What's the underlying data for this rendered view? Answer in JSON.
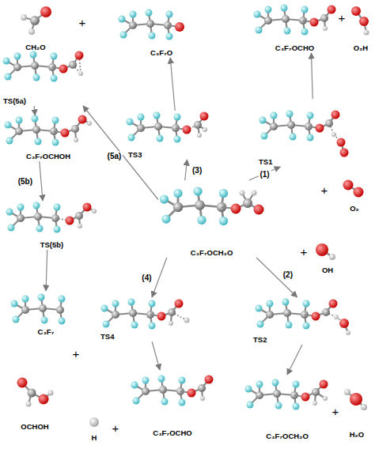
{
  "diagram": {
    "nodes": [
      {
        "text": [
          "CH₂O"
        ]
      },
      {
        "text": [
          "C₃F₇O"
        ]
      },
      {
        "text": [
          "C₃F₇OCHO"
        ]
      },
      {
        "text": [
          "O₂H"
        ]
      },
      {
        "text": [
          "TS(5a)"
        ]
      },
      {
        "text": [
          "C₃F₇OCHOH"
        ]
      },
      {
        "text": [
          "TS(5b)"
        ]
      },
      {
        "text": [
          "C₃F₇"
        ]
      },
      {
        "text": [
          "OCHOH"
        ]
      },
      {
        "text": [
          "TS3"
        ]
      },
      {
        "text": [
          "TS1"
        ]
      },
      {
        "text": [
          "O₂"
        ]
      },
      {
        "text": [
          "C₃F₇OCH₂O"
        ]
      },
      {
        "text": [
          "OH"
        ]
      },
      {
        "text": [
          "TS4"
        ]
      },
      {
        "text": [
          "TS2"
        ]
      },
      {
        "text": [
          "H"
        ]
      },
      {
        "text": [
          "C₃F₇OCHO"
        ]
      },
      {
        "text": [
          "C₃F₇OCH₂O"
        ]
      },
      {
        "text": [
          "H₂O"
        ]
      }
    ],
    "edges": [
      {
        "from": 12,
        "to": 9,
        "label": "(3)",
        "arrow": "to"
      },
      {
        "from": 9,
        "to": 1,
        "arrow": "to"
      },
      {
        "from": 12,
        "to": 10,
        "label": "(1)",
        "arrow": "to"
      },
      {
        "from": 10,
        "to": 2,
        "arrow": "to"
      },
      {
        "from": 12,
        "to": 4,
        "label": "(5a)",
        "arrow": "to"
      },
      {
        "from": 4,
        "to": 5,
        "arrow": "to"
      },
      {
        "from": 5,
        "to": 6,
        "label": "(5b)",
        "arrow": "to"
      },
      {
        "from": 6,
        "to": 7,
        "arrow": "to"
      },
      {
        "from": 12,
        "to": 14,
        "label": "(4)",
        "arrow": "to"
      },
      {
        "from": 14,
        "to": 17,
        "arrow": "to"
      },
      {
        "from": 12,
        "to": 15,
        "label": "(2)",
        "arrow": "to"
      },
      {
        "from": 15,
        "to": 18,
        "arrow": "to"
      }
    ],
    "labels": [
      "+",
      "+",
      "+",
      "+",
      "+",
      "+",
      "+"
    ]
  }
}
